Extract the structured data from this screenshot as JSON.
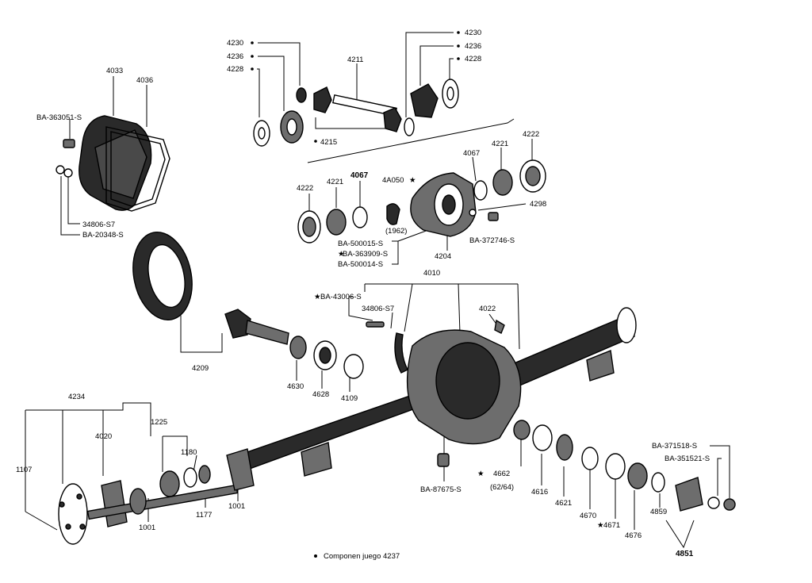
{
  "labels": {
    "p4033": "4033",
    "p4036": "4036",
    "ba363051s": "BA-363051-S",
    "p34806_s7_left": "34806-S7",
    "ba20348s": "BA-20348-S",
    "p4230_left": "4230",
    "p4236_left": "4236",
    "p4228_left": "4228",
    "p4211": "4211",
    "p4230_right": "4230",
    "p4236_right": "4236",
    "p4228_right": "4228",
    "p4215": "4215",
    "p4222_left": "4222",
    "p4221_left": "4221",
    "p4067_left": "4067",
    "p4a050": "4A050",
    "p1962": "(1962)",
    "ba500015s": "BA-500015-S",
    "ba363909s": "BA-363909-S",
    "ba500014s": "BA-500014-S",
    "p4204": "4204",
    "p4067_right": "4067",
    "p4221_right": "4221",
    "p4222_right": "4222",
    "p4298": "4298",
    "ba372746s": "BA-372746-S",
    "p4010": "4010",
    "ba43006s": "BA-43006-S",
    "p34806_s7_mid": "34806-S7",
    "p4022": "4022",
    "p4209": "4209",
    "p4630": "4630",
    "p4628": "4628",
    "p4109": "4109",
    "p4234": "4234",
    "p4020": "4020",
    "p1225": "1225",
    "p1107": "1107",
    "p1180": "1180",
    "p1001_left": "1001",
    "p1177": "1177",
    "p1001_right": "1001",
    "ba87675s": "BA-87675-S",
    "p4662": "4662",
    "p6264": "(62/64)",
    "p4616": "4616",
    "p4621": "4621",
    "p4670": "4670",
    "p4671": "4671",
    "p4676": "4676",
    "p4859": "4859",
    "p4851": "4851",
    "ba371518s": "BA-371518-S",
    "ba351521s": "BA-351521-S"
  },
  "legend": {
    "text": "Componen juego 4237"
  },
  "colors": {
    "ink": "#000000",
    "shade": "#2a2a2a",
    "paper": "#ffffff"
  }
}
